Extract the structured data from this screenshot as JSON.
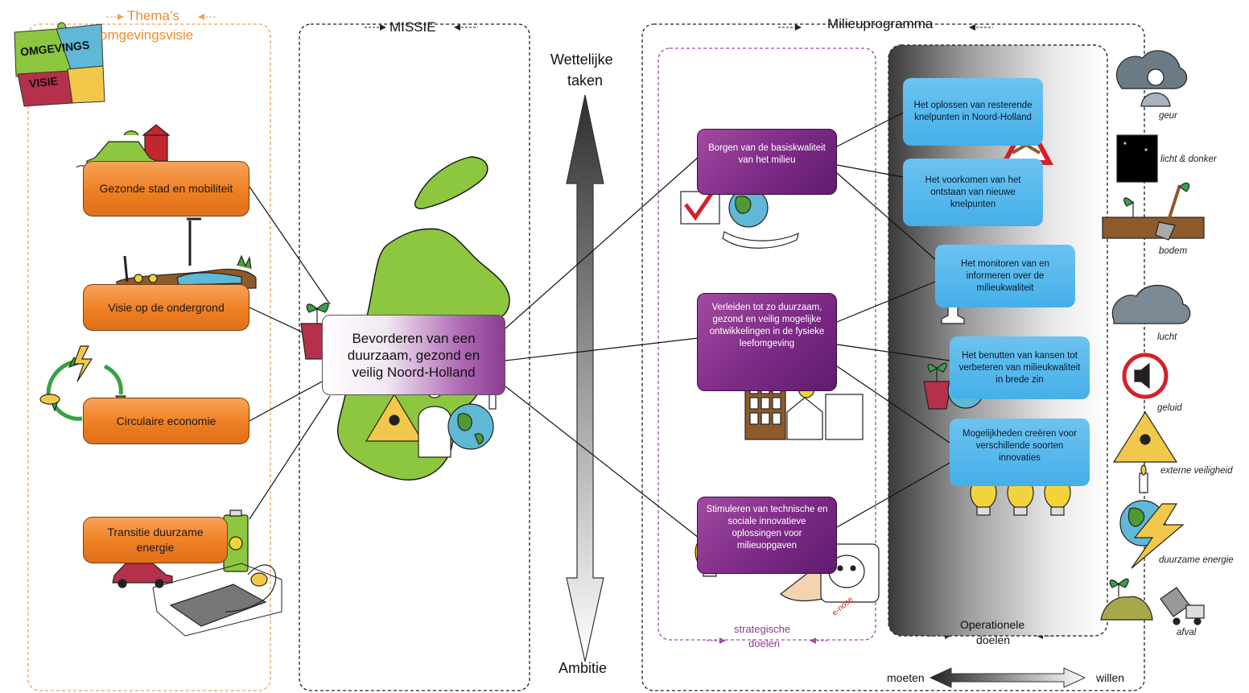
{
  "headers": {
    "themes_line1": "Thema’s",
    "themes_line2": "omgevingsvisie",
    "missie": "MISSIE",
    "milieuprogramma": "Milieuprogramma"
  },
  "puzzle": {
    "word1": "OMGEVINGS",
    "word2": "VISIE"
  },
  "themes": [
    {
      "label": "Gezonde stad en mobiliteit"
    },
    {
      "label": "Visie op de ondergrond"
    },
    {
      "label": "Circulaire economie"
    },
    {
      "label": "Transitie duurzame energie"
    }
  ],
  "mission": {
    "text": "Bevorderen van een duurzaam, gezond en veilig Noord-Holland"
  },
  "axis": {
    "top_line1": "Wettelijke",
    "top_line2": "taken",
    "bottom": "Ambitie"
  },
  "strategic_goals": {
    "caption_line1": "strategische",
    "caption_line2": "doelen",
    "items": [
      {
        "label": "Borgen van de basiskwaliteit van het milieu"
      },
      {
        "label": "Verleiden tot  zo duurzaam, gezond en veilig mogelijke ontwikkelingen in de fysieke leefomgeving"
      },
      {
        "label": "Stimuleren van technische en sociale innovatieve oplossingen voor milieuopgaven"
      }
    ]
  },
  "operational_goals": {
    "caption_line1": "Operationele",
    "caption_line2": "doelen",
    "items": [
      {
        "label": "Het oplossen van resterende knelpunten in Noord-Holland"
      },
      {
        "label": "Het voorkomen van het ontstaan van nieuwe knelpunten"
      },
      {
        "label": "Het monitoren van en informeren over de milieukwaliteit"
      },
      {
        "label": "Het benutten van kansen tot verbeteren van milieukwaliteit in brede zin"
      },
      {
        "label": "Mogelijkheden creëren voor verschillende soorten innovaties"
      }
    ]
  },
  "side_icons": [
    {
      "label": "geur"
    },
    {
      "label": "licht & donker"
    },
    {
      "label": "bodem"
    },
    {
      "label": "lucht"
    },
    {
      "label": "geluid"
    },
    {
      "label": "externe veiligheid"
    },
    {
      "label": "duurzame energie"
    },
    {
      "label": "afval"
    }
  ],
  "scale": {
    "left": "moeten",
    "right": "willen"
  },
  "illustrations": {
    "enose": "e-nose"
  },
  "colors": {
    "orange": "#ef7f22",
    "purple": "#7c2a86",
    "blue": "#45afe8",
    "green": "#8dc63f",
    "dashed_orange": "#f0a050",
    "dashed_purple": "#9b4fa6"
  }
}
